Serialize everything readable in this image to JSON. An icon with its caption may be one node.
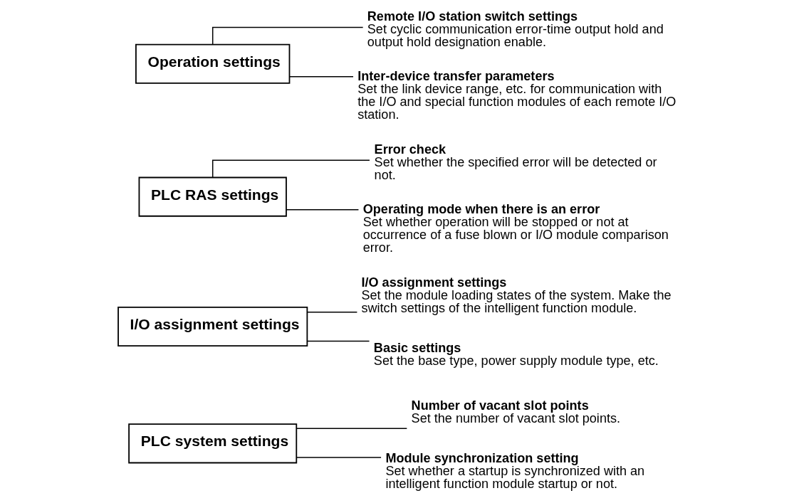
{
  "diagram": {
    "nodes": [
      {
        "text": [
          "PLC system settings"
        ]
      },
      {
        "text": [
          "Number of vacant slot points",
          "Set the number of vacant slot points."
        ]
      },
      {
        "text": [
          "Module synchronization setting",
          "Set whether a startup is synchronized with an intelligent function module startup or not."
        ]
      },
      {
        "text": [
          "I/O assignment settings"
        ]
      },
      {
        "text": [
          "I/O assignment settings",
          "Set the module loading states of the system. Make the switch settings of the intelligent function module."
        ]
      },
      {
        "text": [
          "Basic settings",
          "Set the base type, power supply module type, etc."
        ]
      },
      {
        "text": [
          "PLC RAS settings"
        ]
      },
      {
        "text": [
          "Error check",
          "Set whether the specified error will be detected or not."
        ]
      },
      {
        "text": [
          "Operating mode when there is an error",
          "Set whether operation will be stopped or not at occurrence of a fuse blown or I/O module comparison error."
        ]
      },
      {
        "text": [
          "Operation settings"
        ]
      },
      {
        "text": [
          "Remote I/O station switch settings",
          "Set cyclic communication error-time output hold and output hold designation enable."
        ]
      },
      {
        "text": [
          "Inter-device transfer parameters",
          "Set the link device range, etc. for communication with the I/O and special function modules of each remote I/O station."
        ]
      }
    ],
    "edges": [
      {
        "from": 0,
        "to": 1,
        "arrow": "none"
      },
      {
        "from": 0,
        "to": 2,
        "arrow": "none"
      },
      {
        "from": 3,
        "to": 4,
        "arrow": "none"
      },
      {
        "from": 3,
        "to": 5,
        "arrow": "none"
      },
      {
        "from": 6,
        "to": 7,
        "arrow": "none"
      },
      {
        "from": 6,
        "to": 8,
        "arrow": "none"
      },
      {
        "from": 9,
        "to": 10,
        "arrow": "none"
      },
      {
        "from": 9,
        "to": 11,
        "arrow": "none"
      }
    ]
  }
}
